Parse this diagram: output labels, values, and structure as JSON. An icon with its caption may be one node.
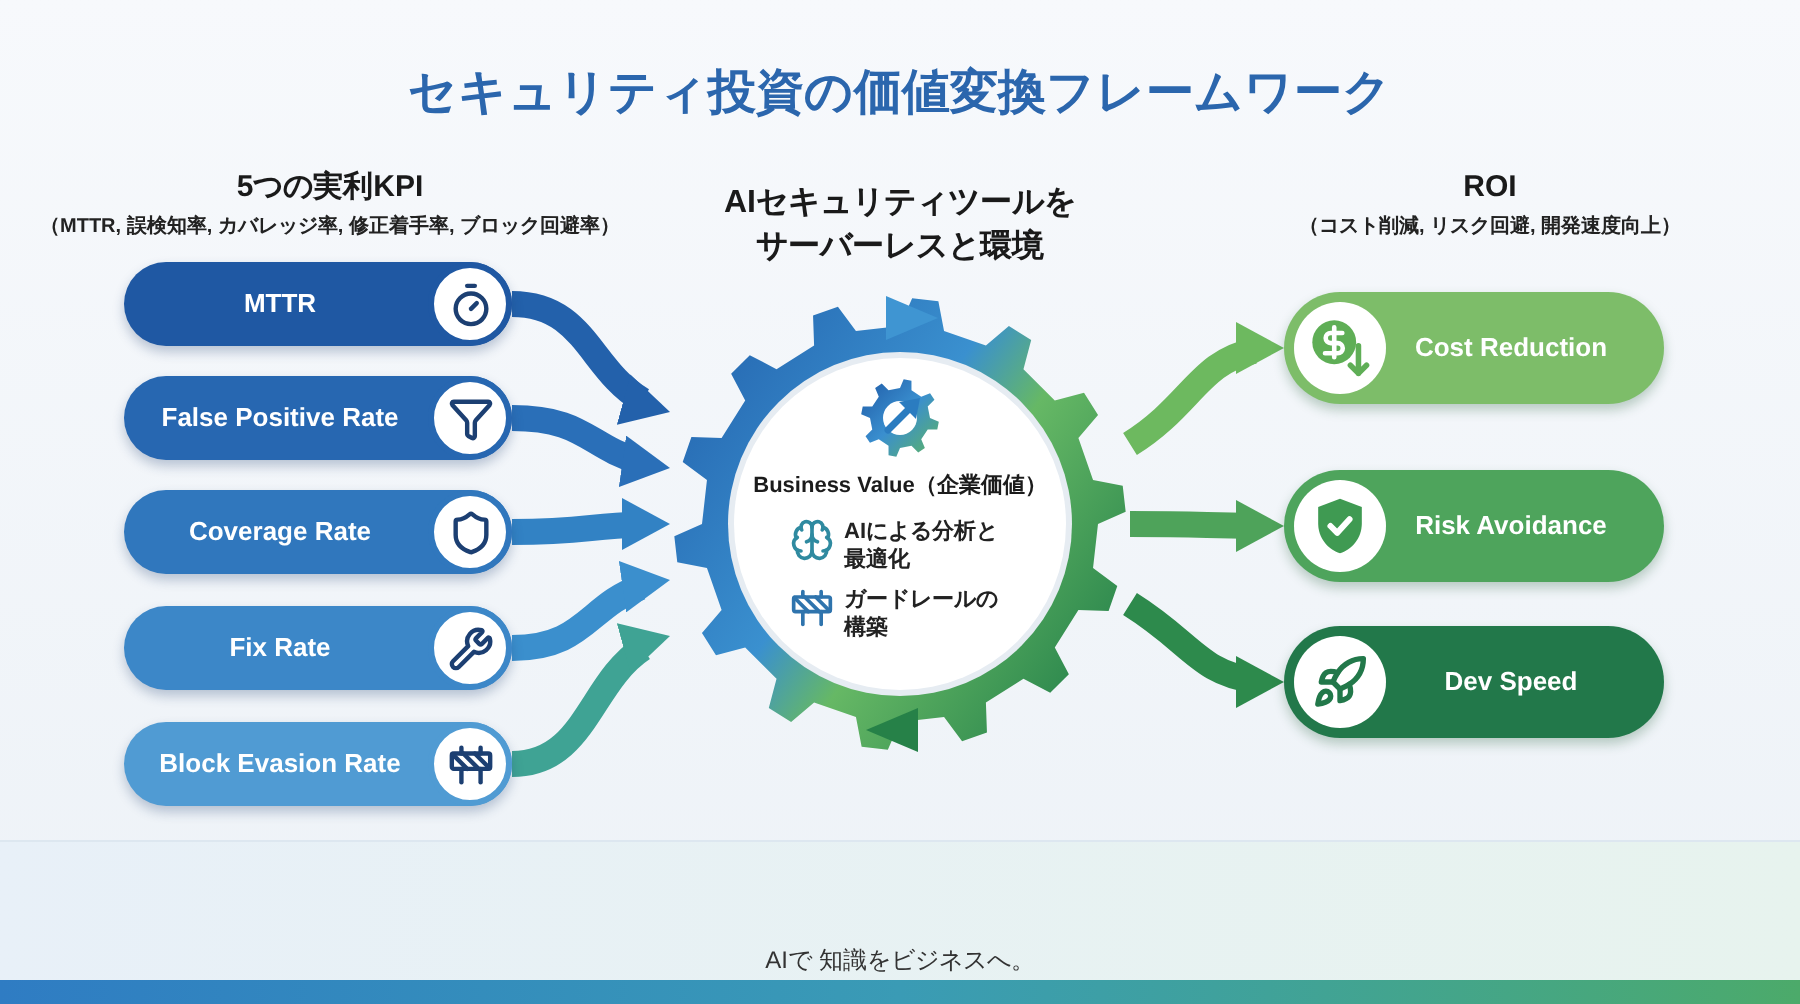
{
  "diagram": {
    "title": "セキュリティ投資の価値変換フレームワーク",
    "nodes": [
      {
        "text": [
          "MTTR"
        ]
      },
      {
        "text": [
          "False Positive Rate"
        ]
      },
      {
        "text": [
          "Coverage Rate"
        ]
      },
      {
        "text": [
          "Fix Rate"
        ]
      },
      {
        "text": [
          "Block Evasion Rate"
        ]
      },
      {
        "text": [
          "Business Value（企業価値）",
          "AIによる分析と最適化",
          "ガードレールの構築"
        ]
      },
      {
        "text": [
          "Cost Reduction"
        ]
      },
      {
        "text": [
          "Risk Avoidance"
        ]
      },
      {
        "text": [
          "Dev Speed"
        ]
      }
    ],
    "edges": [
      {
        "from": 0,
        "to": 5,
        "arrow": "to",
        "color": "#2361ab"
      },
      {
        "from": 1,
        "to": 5,
        "arrow": "to",
        "color": "#2a6fb8"
      },
      {
        "from": 2,
        "to": 5,
        "arrow": "to",
        "color": "#3282c4"
      },
      {
        "from": 3,
        "to": 5,
        "arrow": "to",
        "color": "#3b8fcd"
      },
      {
        "from": 4,
        "to": 5,
        "arrow": "to",
        "color": "#3fa394"
      },
      {
        "from": 5,
        "to": 6,
        "arrow": "to",
        "color": "#6db95f"
      },
      {
        "from": 5,
        "to": 7,
        "arrow": "to",
        "color": "#4ea35a"
      },
      {
        "from": 5,
        "to": 8,
        "arrow": "to",
        "color": "#2d8a4c"
      }
    ],
    "labels": [
      "5つの実利KPI",
      "（MTTR, 誤検知率, カバレッジ率, 修正着手率, ブロック回避率）",
      "AIセキュリティツールをサーバーレスと環境",
      "ROI",
      "（コスト削減, リスク回避, 開発速度向上）",
      "AIで 知識をビジネスへ。"
    ]
  }
}
